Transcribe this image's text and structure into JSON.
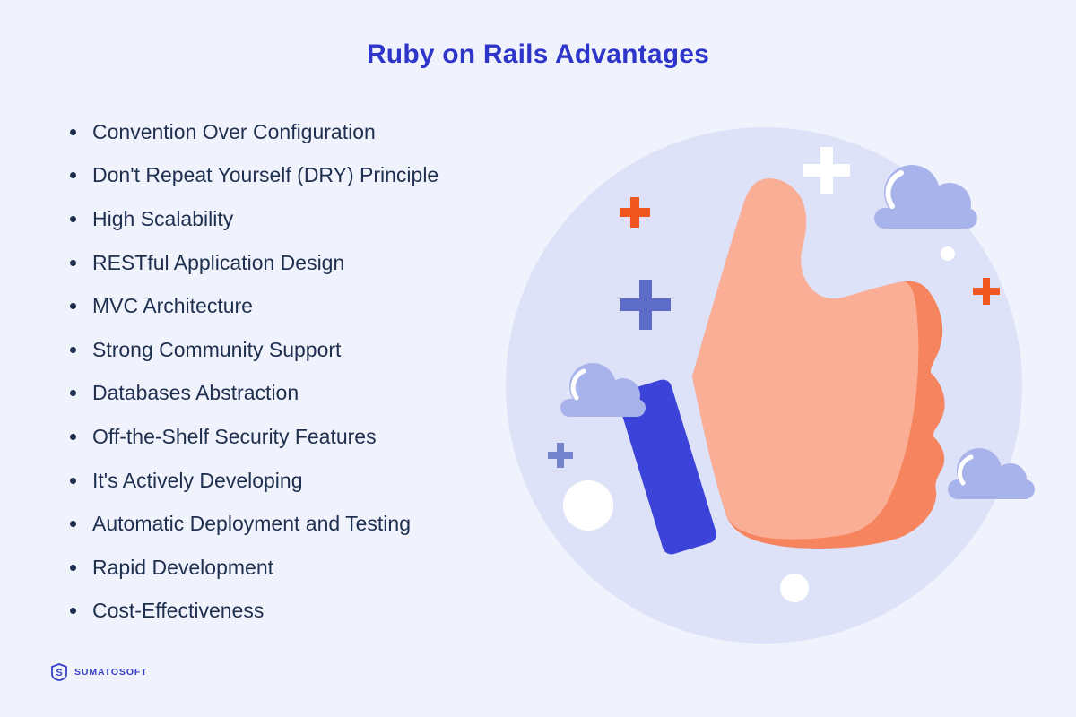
{
  "title": "Ruby on Rails Advantages",
  "advantages": {
    "items": [
      "Convention Over Configuration",
      "Don't Repeat Yourself (DRY) Principle",
      "High Scalability",
      "RESTful Application Design",
      "MVC Architecture",
      "Strong Community Support",
      "Databases Abstraction",
      "Off-the-Shelf Security Features",
      "It's Actively Developing",
      "Automatic Deployment and Testing",
      "Rapid Development",
      "Cost-Effectiveness"
    ]
  },
  "illustration": {
    "name": "thumbs-up-in-circle",
    "elements": [
      "thumbs-up-hand",
      "sleeve-cuff",
      "clouds",
      "plus-signs",
      "dots"
    ]
  },
  "footer": {
    "brand": "SUMATOSOFT"
  },
  "colors": {
    "background": "#F1F3FC",
    "title_blue": "#2E35C9",
    "list_text": "#1E2F4F",
    "circle_bg": "#DEE2F8",
    "hand_light": "#FBAE96",
    "hand_shade": "#F5845F",
    "sleeve_blue": "#3B43D8",
    "cloud": "#A9B3EB",
    "plus_orange": "#F0561F",
    "plus_blue": "#5D6CC6",
    "plus_blue_light": "#7583CD",
    "logo_blue": "#3640C4",
    "white": "#FFFFFF"
  }
}
